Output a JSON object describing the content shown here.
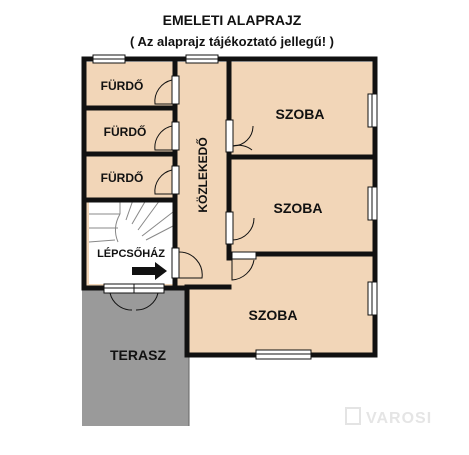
{
  "header": {
    "title": "EMELETI ALAPRAJZ",
    "subtitle": "( Az alaprajz tájékoztató jellegű! )"
  },
  "rooms": {
    "bath_1": "FÜRDŐ",
    "bath_2": "FÜRDŐ",
    "bath_3": "FÜRDŐ",
    "stairwell": "LÉPCSŐHÁZ",
    "corridor": "KÖZLEKEDŐ",
    "room_1": "SZOBA",
    "room_2": "SZOBA",
    "room_3": "SZOBA",
    "terrace": "TERASZ"
  },
  "watermark": "VAROSI",
  "colors": {
    "floor": "#f2d6b8",
    "wall": "#111111",
    "terrace": "#9a9a9a",
    "window": "#ffffff",
    "text": "#111111"
  }
}
